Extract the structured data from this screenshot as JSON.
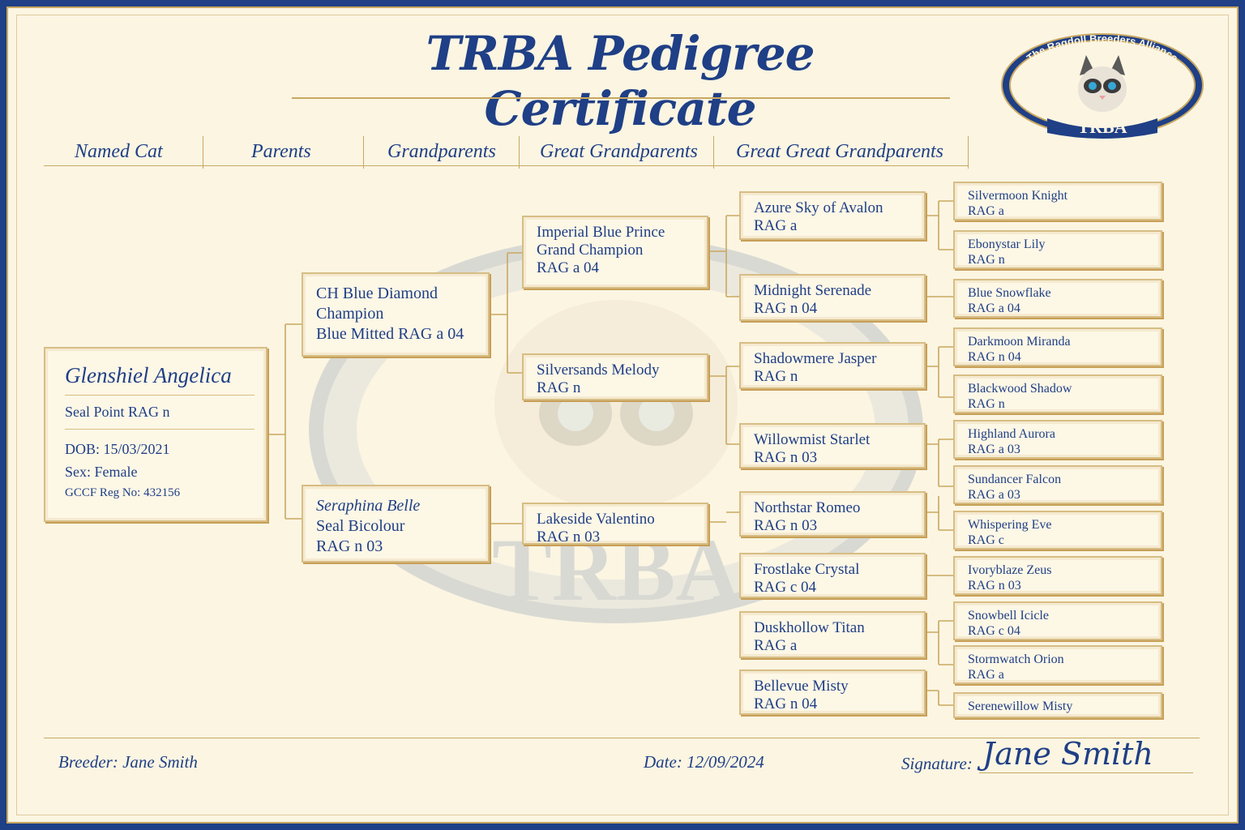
{
  "title": "TRBA Pedigree Certificate",
  "logo": {
    "ring_text": "The Ragdoll Breeders Alliance",
    "abbrev": "TRBA"
  },
  "columns": [
    "Named Cat",
    "Parents",
    "Grandparents",
    "Great Grandparents",
    "Great Great Grandparents"
  ],
  "named_cat": {
    "name": "Glenshiel Angelica",
    "variety": "Seal Point RAG n",
    "dob": "DOB: 15/03/2021",
    "sex": "Sex: Female",
    "reg": "GCCF Reg No: 432156"
  },
  "parents": [
    {
      "line1": "CH Blue Diamond",
      "line2": "Champion",
      "line3": "Blue Mitted RAG a 04"
    },
    {
      "line1": "Seraphina Belle",
      "line2": "Seal Bicolour",
      "line3": "RAG n 03"
    }
  ],
  "grandparents": [
    {
      "line1": "Imperial Blue Prince",
      "line2": "Grand Champion",
      "line3": "RAG a 04"
    },
    {
      "line1": "Silversands Melody",
      "line2": "RAG n"
    },
    {
      "line1": "Lakeside Valentino",
      "line2": "RAG n 03"
    }
  ],
  "great_grandparents": [
    {
      "line1": "Azure Sky of Avalon",
      "line2": "RAG a"
    },
    {
      "line1": "Midnight Serenade",
      "line2": "RAG n 04"
    },
    {
      "line1": "Shadowmere Jasper",
      "line2": "RAG n"
    },
    {
      "line1": "Willowmist Starlet",
      "line2": "RAG n 03"
    },
    {
      "line1": "Northstar Romeo",
      "line2": "RAG n 03"
    },
    {
      "line1": "Frostlake Crystal",
      "line2": "RAG c 04"
    },
    {
      "line1": "Duskhollow Titan",
      "line2": "RAG a"
    },
    {
      "line1": "Bellevue Misty",
      "line2": "RAG n 04"
    }
  ],
  "great_great_grandparents": [
    {
      "line1": "Silvermoon Knight",
      "line2": "RAG a"
    },
    {
      "line1": "Ebonystar Lily",
      "line2": "RAG n"
    },
    {
      "line1": "Blue Snowflake",
      "line2": "RAG a 04"
    },
    {
      "line1": "Darkmoon Miranda",
      "line2": "RAG n 04"
    },
    {
      "line1": "Blackwood Shadow",
      "line2": "RAG n"
    },
    {
      "line1": "Highland Aurora",
      "line2": "RAG a 03"
    },
    {
      "line1": "Sundancer Falcon",
      "line2": "RAG a 03"
    },
    {
      "line1": "Whispering Eve",
      "line2": "RAG c"
    },
    {
      "line1": "Ivoryblaze Zeus",
      "line2": "RAG n 03"
    },
    {
      "line1": "Snowbell Icicle",
      "line2": "RAG c 04"
    },
    {
      "line1": "Stormwatch Orion",
      "line2": "RAG a"
    },
    {
      "line1": "Serenewillow Misty"
    }
  ],
  "footer": {
    "breeder": "Breeder: Jane Smith",
    "date": "Date: 12/09/2024",
    "signature_label": "Signature:",
    "signature": "Jane Smith"
  },
  "colors": {
    "navy": "#1f3f86",
    "gold": "#c9a860",
    "paper": "#fbf5e2"
  }
}
